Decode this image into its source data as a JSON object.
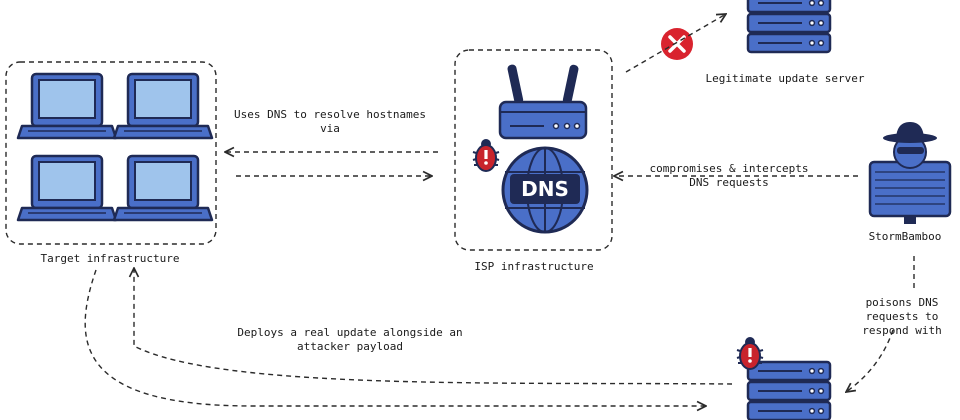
{
  "labels": {
    "target": "Target infrastructure",
    "isp": "ISP infrastructure",
    "legit": "Legitimate update server",
    "attacker": "StormBamboo",
    "uses_dns": "Uses DNS to resolve hostnames\nvia",
    "compromises": "compromises & intercepts\nDNS requests",
    "poisons": "poisons DNS\nrequests to\nrespond with",
    "deploys": "Deploys a real update alongside an\nattacker payload"
  },
  "dns_text": "DNS",
  "colors": {
    "device_fill": "#4a6fc8",
    "device_dark": "#1f2a55",
    "screen": "#9fc4ec",
    "danger": "#d9232e",
    "bug": "#c8232c"
  },
  "icons": {
    "laptop": "laptop-icon",
    "router": "router-icon",
    "globe": "dns-globe-icon",
    "server": "server-icon",
    "hacker": "hacker-icon",
    "bug": "bug-icon",
    "blocked": "blocked-icon"
  }
}
